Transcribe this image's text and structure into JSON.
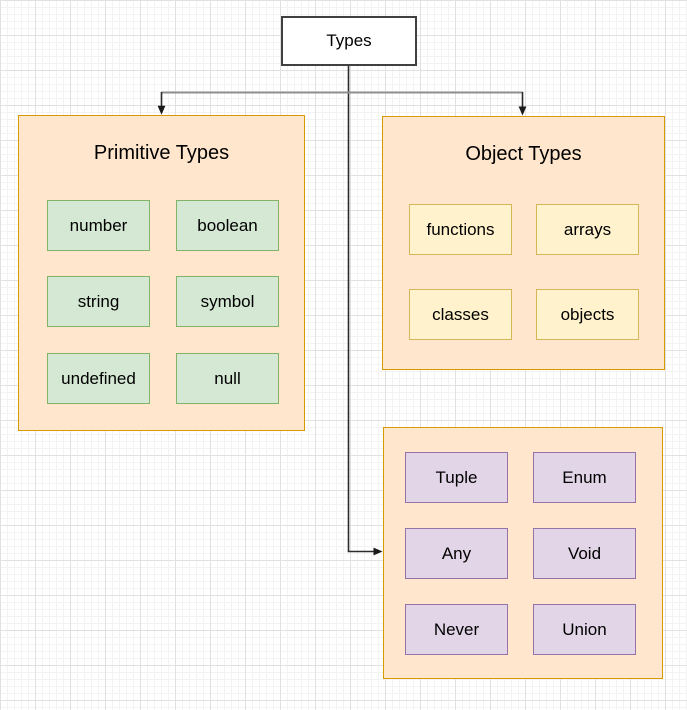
{
  "root_node": {
    "label": "Types"
  },
  "groups": [
    {
      "title": "Primitive Types",
      "items": [
        "number",
        "boolean",
        "string",
        "symbol",
        "undefined",
        "null"
      ],
      "item_fill": "#d5e8d4",
      "item_border": "#82b366"
    },
    {
      "title": "Object Types",
      "items": [
        "functions",
        "arrays",
        "classes",
        "objects"
      ],
      "item_fill": "#fff2cc",
      "item_border": "#d6b656"
    },
    {
      "title": "",
      "items": [
        "Tuple",
        "Enum",
        "Any",
        "Void",
        "Never",
        "Union"
      ],
      "item_fill": "#e1d5e7",
      "item_border": "#9673a6"
    }
  ],
  "group_style": {
    "fill": "#ffe6cc",
    "border": "#d79b00"
  },
  "root_style": {
    "fill": "#ffffff",
    "border": "#404040"
  },
  "edge_colors": {
    "main": "#2b2b2b",
    "branch": "#8f8f8f",
    "arrowhead": "#1a1a1a"
  },
  "canvas": {
    "background": "#ffffff",
    "grid_minor": "#f3f3f3",
    "grid_major": "#e1e1e1"
  },
  "edges": [
    {
      "from": "Types",
      "to": "Primitive Types"
    },
    {
      "from": "Types",
      "to": "Object Types"
    },
    {
      "from": "Types",
      "to": "Special Types group"
    }
  ]
}
